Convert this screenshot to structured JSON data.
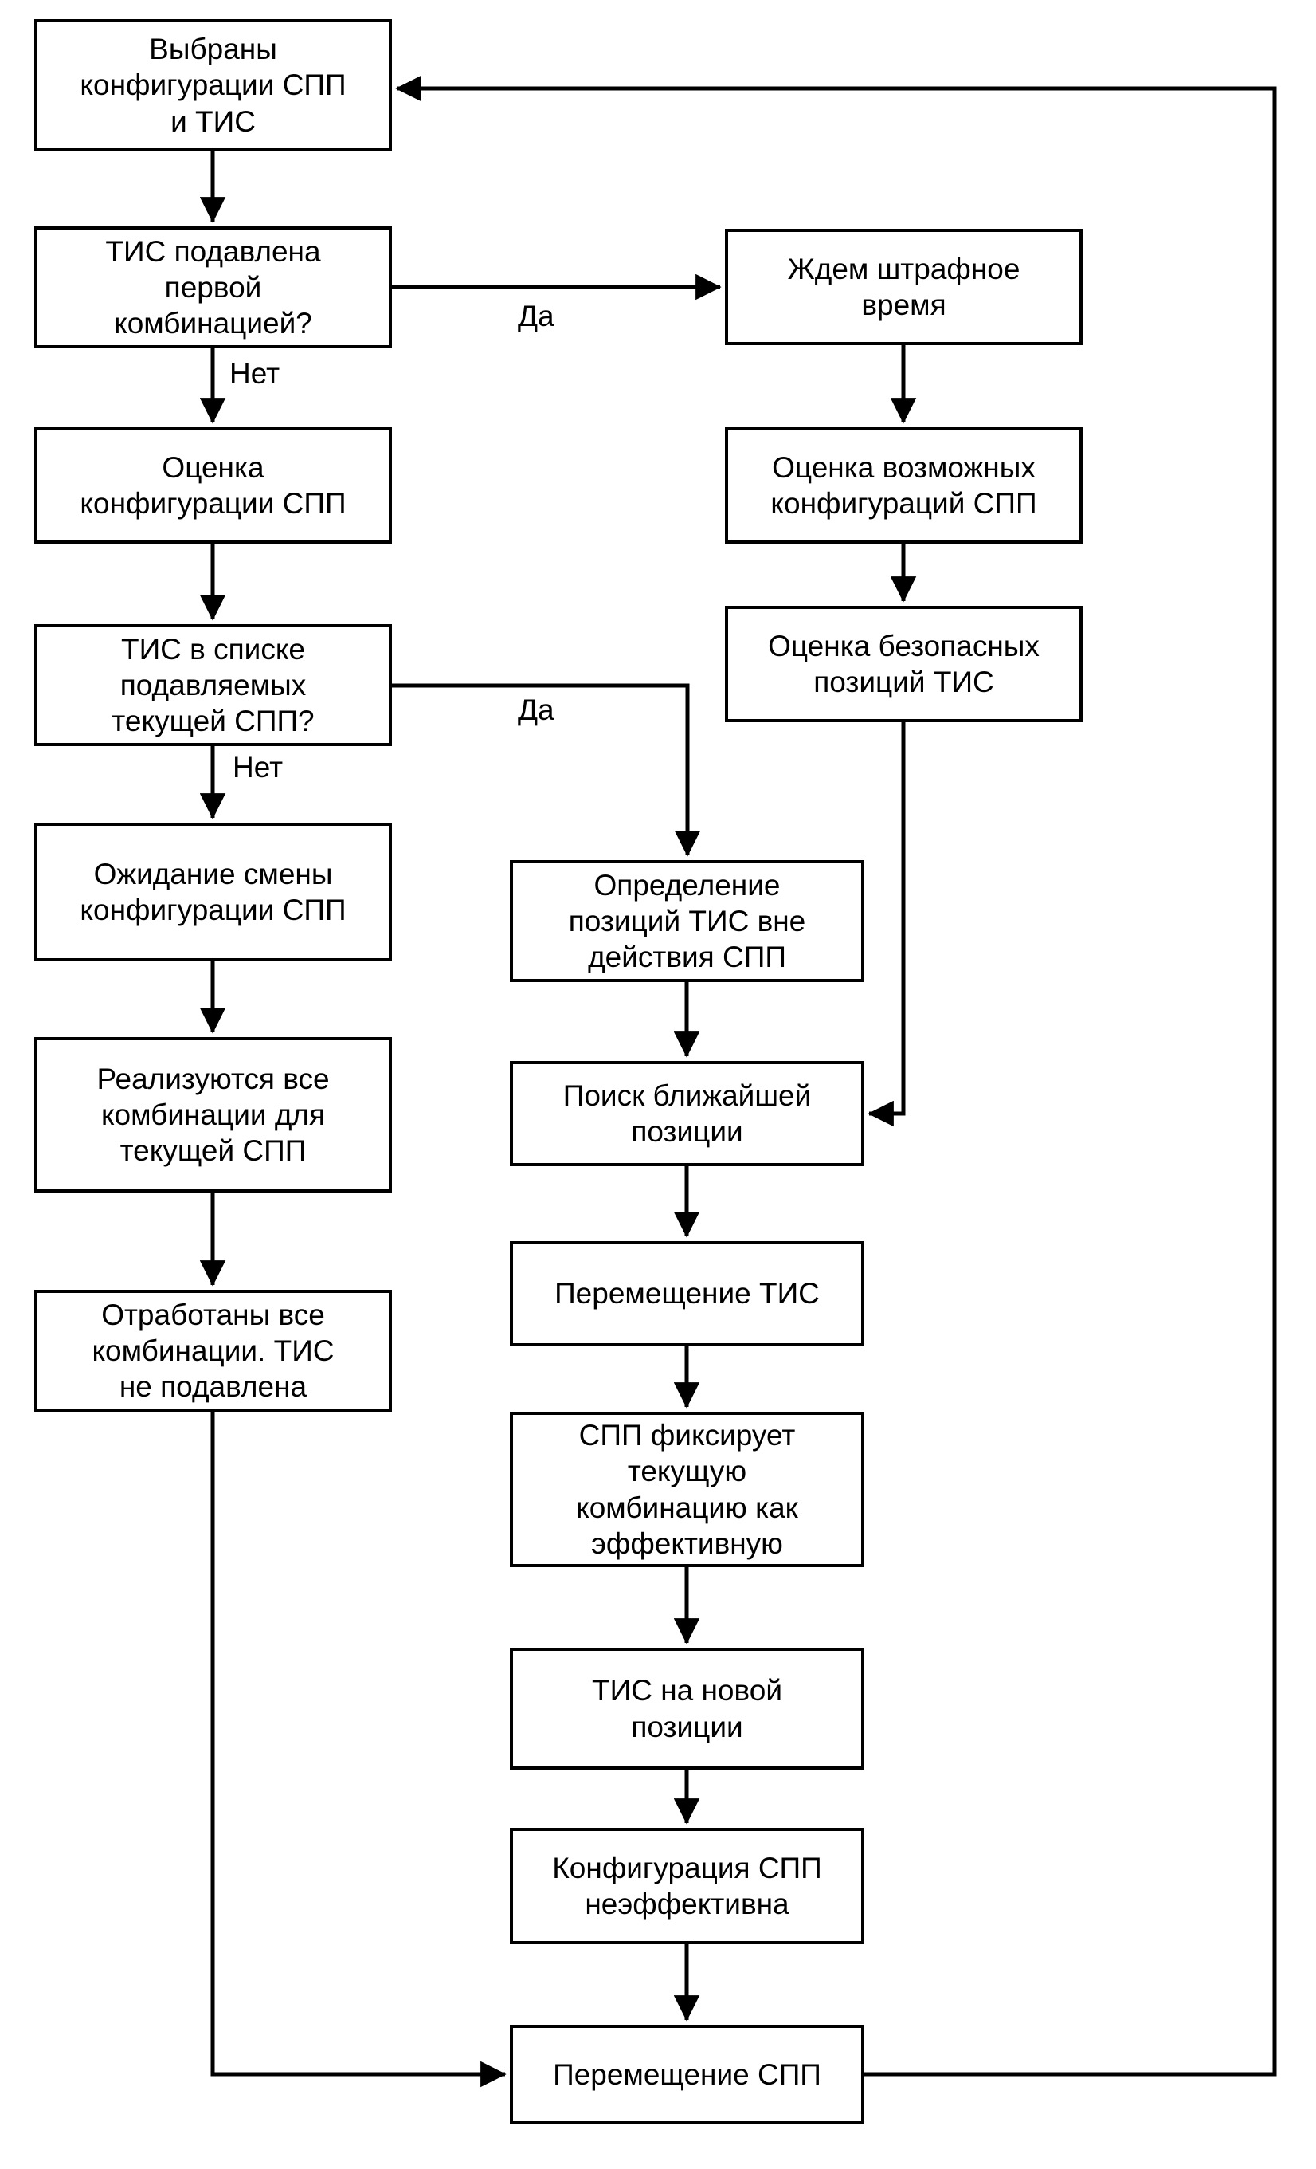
{
  "diagram_type": "flowchart",
  "nodes": {
    "selected": {
      "label": "Выбраны\nконфигурации СПП\nи ТИС"
    },
    "suppressed_first": {
      "label": "ТИС подавлена\nпервой\nкомбинацией?"
    },
    "wait_penalty": {
      "label": "Ждем штрафное\nвремя"
    },
    "eval_config": {
      "label": "Оценка\nконфигурации СПП"
    },
    "eval_possible": {
      "label": "Оценка возможных\nконфигураций СПП"
    },
    "tis_in_list": {
      "label": "ТИС в списке\nподавляемых\nтекущей СПП?"
    },
    "eval_safe": {
      "label": "Оценка безопасных\nпозиций ТИС"
    },
    "wait_change": {
      "label": "Ожидание смены\nконфигурации СПП"
    },
    "determine_positions": {
      "label": "Определение\nпозиций ТИС вне\nдействия СПП"
    },
    "realize_all": {
      "label": "Реализуются все\nкомбинации для\nтекущей СПП"
    },
    "find_nearest": {
      "label": "Поиск ближайшей\nпозиции"
    },
    "all_done": {
      "label": "Отработаны все\nкомбинации. ТИС\nне подавлена"
    },
    "move_tis": {
      "label": "Перемещение ТИС"
    },
    "fix_combo": {
      "label": "СПП фиксирует\nтекущую\nкомбинацию как\nэффективную"
    },
    "tis_new_position": {
      "label": "ТИС на новой\nпозиции"
    },
    "config_ineffective": {
      "label": "Конфигурация СПП\nнеэффективна"
    },
    "move_spp": {
      "label": "Перемещение СПП"
    }
  },
  "edge_labels": {
    "yes1": "Да",
    "no1": "Нет",
    "yes2": "Да",
    "no2": "Нет"
  },
  "colors": {
    "line": "#000000",
    "box_border": "#000000",
    "box_fill": "#ffffff",
    "background": "#ffffff",
    "text": "#000000"
  }
}
